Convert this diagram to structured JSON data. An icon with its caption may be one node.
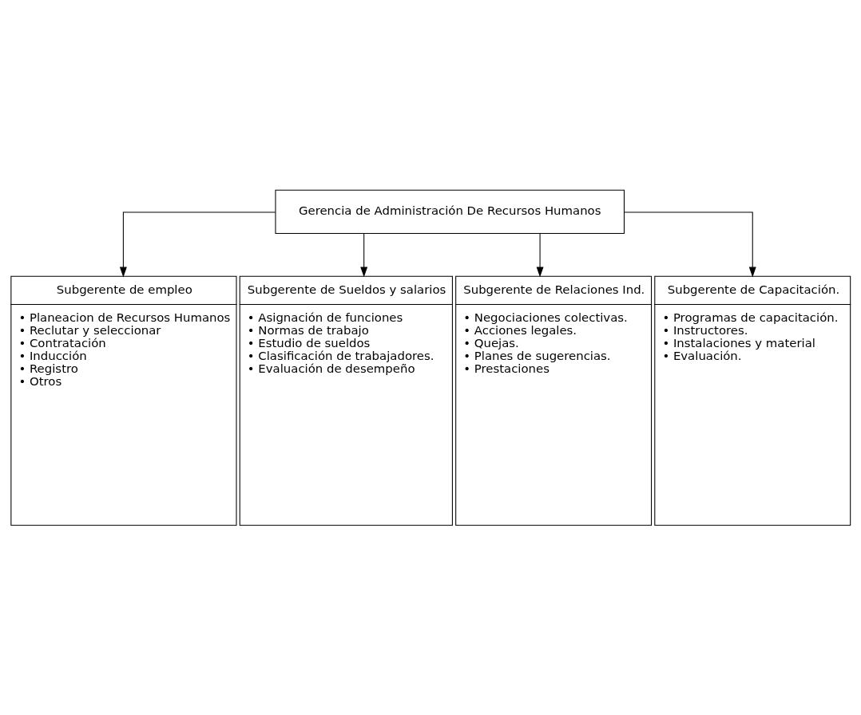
{
  "diagram": {
    "nodes": [
      {
        "text": [
          "Gerencia de Administración De Recursos Humanos"
        ]
      },
      {
        "text": [
          "Subgerente de empleo",
          "• Planeacion de Recursos Humanos",
          "• Reclutar y seleccionar",
          "• Contratación",
          "• Inducción",
          "• Registro",
          "• Otros"
        ]
      },
      {
        "text": [
          "Subgerente de Sueldos y salarios",
          "• Asignación de funciones",
          "• Normas de trabajo",
          "• Estudio de sueldos",
          "• Clasificación de trabajadores.",
          "• Evaluación de desempeño"
        ]
      },
      {
        "text": [
          "Subgerente de Relaciones Ind.",
          "• Negociaciones colectivas.",
          "• Acciones legales.",
          "• Quejas.",
          "• Planes de sugerencias.",
          "• Prestaciones"
        ]
      },
      {
        "text": [
          "Subgerente de Capacitación.",
          "• Programas de capacitación.",
          "• Instructores.",
          "• Instalaciones y material",
          "• Evaluación."
        ]
      }
    ],
    "edges": [
      {
        "from": 0,
        "to": 1,
        "arrow": "to"
      },
      {
        "from": 0,
        "to": 2,
        "arrow": "to"
      },
      {
        "from": 0,
        "to": 3,
        "arrow": "to"
      },
      {
        "from": 0,
        "to": 4,
        "arrow": "to"
      }
    ]
  }
}
